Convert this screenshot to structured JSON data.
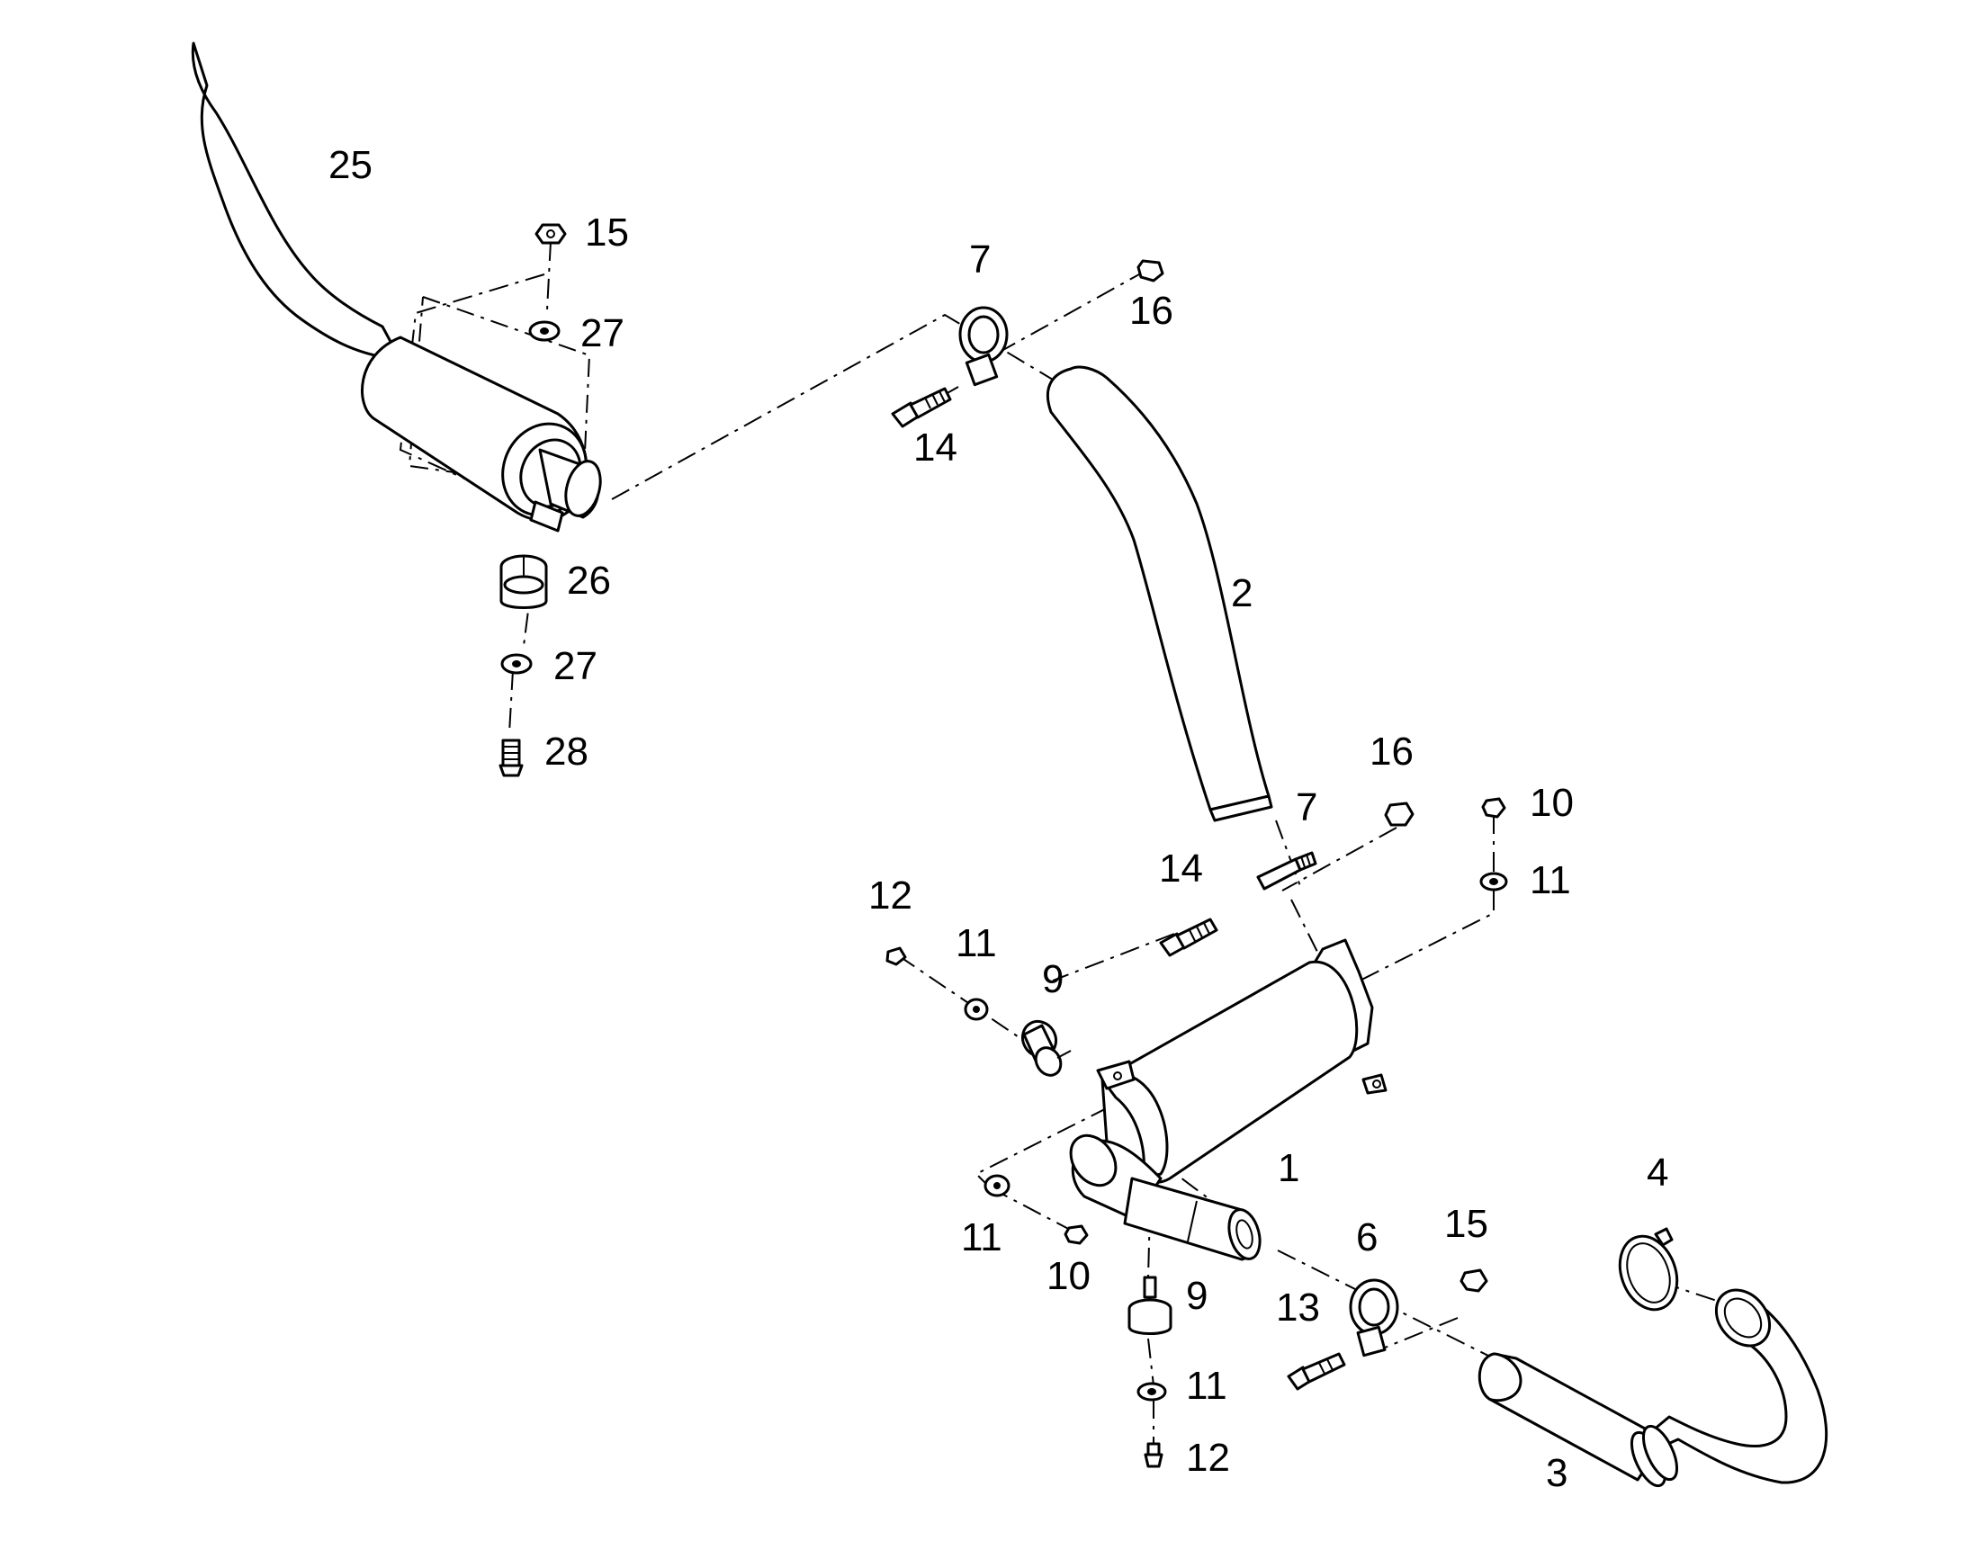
{
  "callouts": {
    "c1": "1",
    "c2": "2",
    "c3": "3",
    "c4": "4",
    "c6": "6",
    "c7a": "7",
    "c7b": "7",
    "c9a": "9",
    "c9b": "9",
    "c10a": "10",
    "c10b": "10",
    "c11a": "11",
    "c11b": "11",
    "c11c": "11",
    "c11d": "11",
    "c12a": "12",
    "c12b": "12",
    "c13": "13",
    "c14a": "14",
    "c14b": "14",
    "c15a": "15",
    "c15b": "15",
    "c16a": "16",
    "c16b": "16",
    "c25": "25",
    "c26": "26",
    "c27a": "27",
    "c27b": "27",
    "c28": "28"
  },
  "colors": {
    "line": "#000000",
    "background": "#ffffff"
  }
}
